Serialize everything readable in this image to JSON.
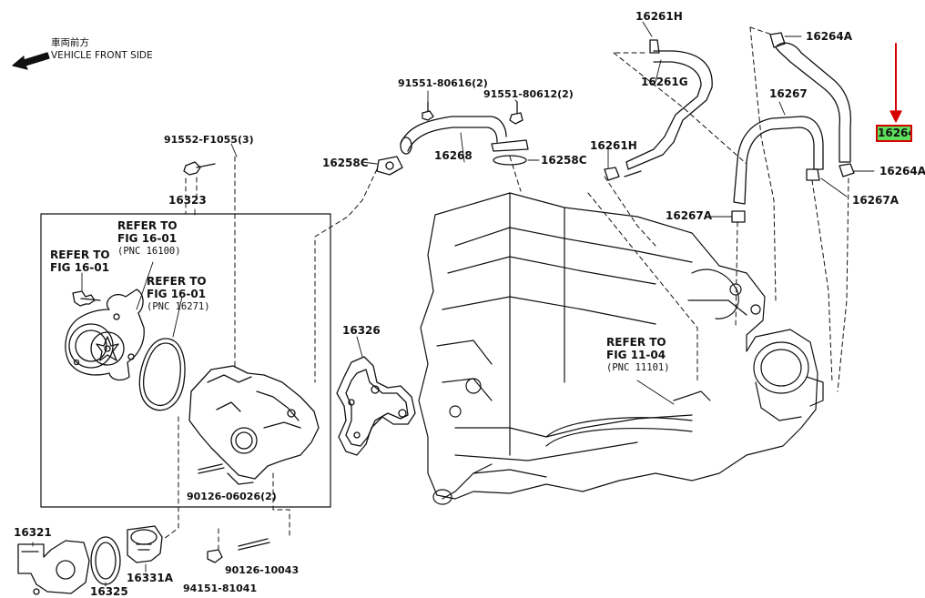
{
  "vehicle_front": {
    "cjk": "車両前方",
    "text": "VEHICLE FRONT SIDE"
  },
  "labels": {
    "p16261H_top": "16261H",
    "p16264A_top": "16264A",
    "p16261G": "16261G",
    "p16267": "16267",
    "p16264_highlight": "16264",
    "p91551_80616": "91551-80616(2)",
    "p91551_80612": "91551-80612(2)",
    "p16261H_mid": "16261H",
    "p16264A_right": "16264A",
    "p16258C_left": "16258C",
    "p16268": "16268",
    "p16258C_right": "16258C",
    "p16267A_right": "16267A",
    "p16267A_left": "16267A",
    "p91552": "91552-F1055(3)",
    "p16323": "16323",
    "p16326": "16326",
    "p90126_06026": "90126-06026(2)",
    "p16321": "16321",
    "p16325": "16325",
    "p16331A": "16331A",
    "p94151": "94151-81041",
    "p90126_10043": "90126-10043"
  },
  "refs": {
    "ref1": {
      "a": "REFER TO",
      "b": "FIG 16-01",
      "c": "(PNC 16100)"
    },
    "ref2": {
      "a": "REFER TO",
      "b": "FIG 16-01"
    },
    "ref3": {
      "a": "REFER TO",
      "b": "FIG 16-01",
      "c": "(PNC 16271)"
    },
    "ref4": {
      "a": "REFER TO",
      "b": "FIG 11-04",
      "c": "(PNC 11101)"
    }
  },
  "colors": {
    "highlight_fill": "#5ee05e",
    "highlight_border": "#d60000",
    "arrow": "#d60000"
  }
}
